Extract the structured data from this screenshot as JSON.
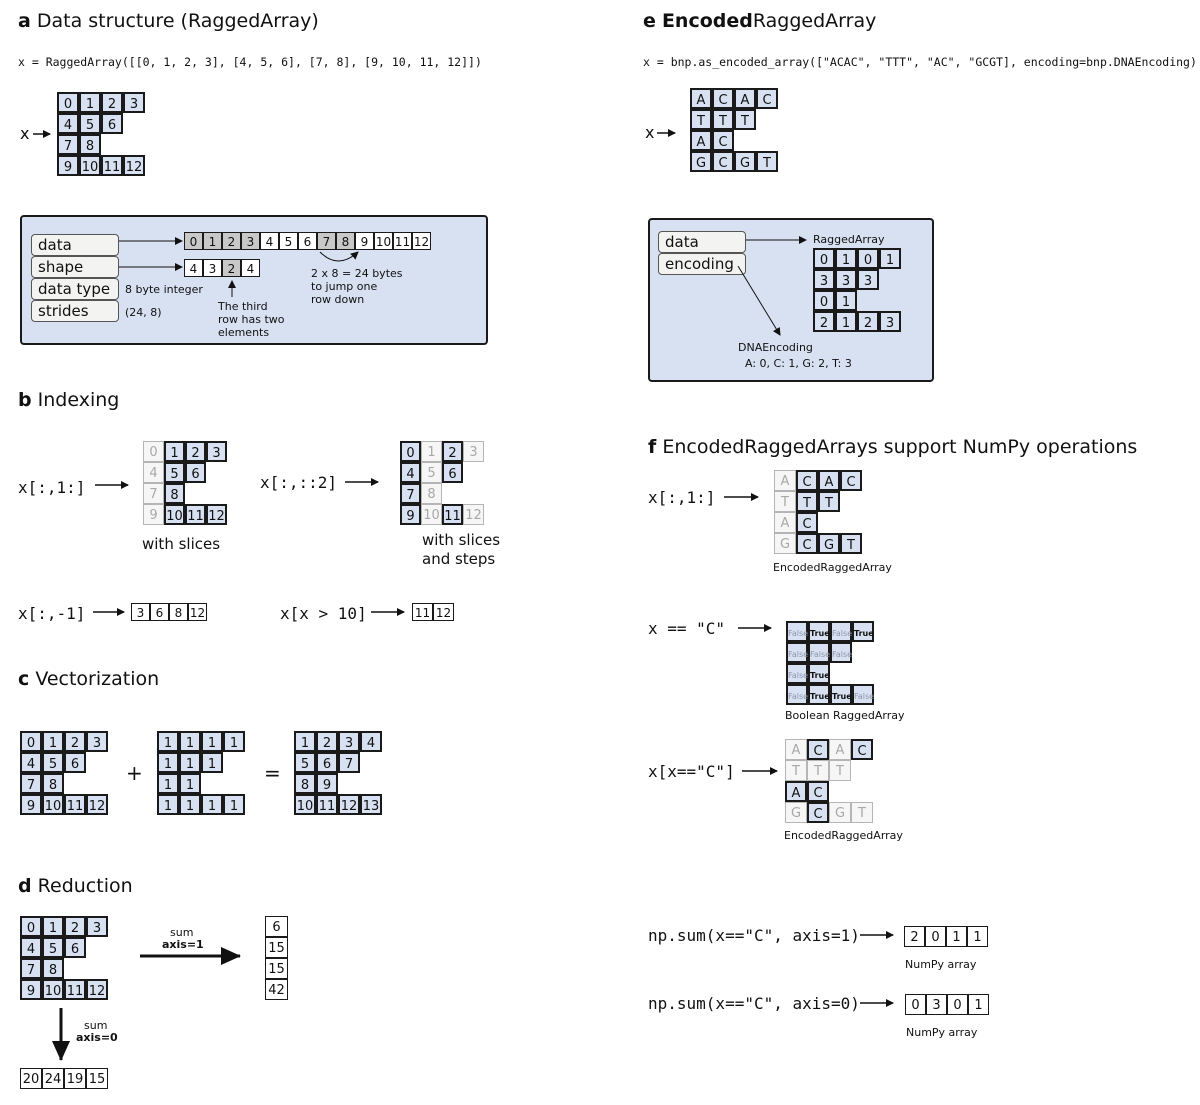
{
  "panels": {
    "a": {
      "letter": "a",
      "title": "Data structure (RaggedArray)",
      "code": "x = RaggedArray([[0, 1, 2, 3], [4, 5, 6], [7, 8], [9, 10, 11, 12]])",
      "x_label": "x",
      "rows": [
        [
          "0",
          "1",
          "2",
          "3"
        ],
        [
          "4",
          "5",
          "6"
        ],
        [
          "7",
          "8"
        ],
        [
          "9",
          "10",
          "11",
          "12"
        ]
      ],
      "fields": [
        "data",
        "shape",
        "data type",
        "strides"
      ],
      "data_flat": [
        "0",
        "1",
        "2",
        "3",
        "4",
        "5",
        "6",
        "7",
        "8",
        "9",
        "10",
        "11",
        "12"
      ],
      "shape_cells": [
        "4",
        "3",
        "2",
        "4"
      ],
      "dtype_note": "8 byte integer",
      "strides_note": "(24, 8)",
      "third_row_note": [
        "The third",
        "row has two",
        "elements"
      ],
      "jump_note": [
        "2 x 8 = 24 bytes",
        "to jump one",
        "row down"
      ]
    },
    "b": {
      "letter": "b",
      "title": "Indexing",
      "expr1": "x[:,1:]",
      "caption1": "with slices",
      "expr2": "x[:,::2]",
      "caption2": [
        "with slices",
        "and steps"
      ],
      "expr3": "x[:,-1]",
      "result3": [
        "3",
        "6",
        "8",
        "12"
      ],
      "expr4": "x[x > 10]",
      "result4": [
        "11",
        "12"
      ]
    },
    "c": {
      "letter": "c",
      "title": "Vectorization",
      "left": [
        [
          "0",
          "1",
          "2",
          "3"
        ],
        [
          "4",
          "5",
          "6"
        ],
        [
          "7",
          "8"
        ],
        [
          "9",
          "10",
          "11",
          "12"
        ]
      ],
      "right": [
        [
          "1",
          "1",
          "1",
          "1"
        ],
        [
          "1",
          "1",
          "1"
        ],
        [
          "1",
          "1"
        ],
        [
          "1",
          "1",
          "1",
          "1"
        ]
      ],
      "result": [
        [
          "1",
          "2",
          "3",
          "4"
        ],
        [
          "5",
          "6",
          "7"
        ],
        [
          "8",
          "9"
        ],
        [
          "10",
          "11",
          "12",
          "13"
        ]
      ],
      "plus": "+",
      "equals": "="
    },
    "d": {
      "letter": "d",
      "title": "Reduction",
      "rows": [
        [
          "0",
          "1",
          "2",
          "3"
        ],
        [
          "4",
          "5",
          "6"
        ],
        [
          "7",
          "8"
        ],
        [
          "9",
          "10",
          "11",
          "12"
        ]
      ],
      "op_label": "sum",
      "axis1_label": "axis=1",
      "axis1_result": [
        "6",
        "15",
        "15",
        "42"
      ],
      "axis0_label": "axis=0",
      "axis0_result": [
        "20",
        "24",
        "19",
        "15"
      ]
    },
    "e": {
      "letter": "e",
      "title_bold": "Encoded",
      "title_rest": "RaggedArray",
      "code": "x = bnp.as_encoded_array([\"ACAC\", \"TTT\", \"AC\", \"GCGT], encoding=bnp.DNAEncoding)",
      "x_label": "x",
      "rows": [
        [
          "A",
          "C",
          "A",
          "C"
        ],
        [
          "T",
          "T",
          "T"
        ],
        [
          "A",
          "C"
        ],
        [
          "G",
          "C",
          "G",
          "T"
        ]
      ],
      "fields": [
        "data",
        "encoding"
      ],
      "ragged_label": "RaggedArray",
      "encoded_rows": [
        [
          "0",
          "1",
          "0",
          "1"
        ],
        [
          "3",
          "3",
          "3"
        ],
        [
          "0",
          "1"
        ],
        [
          "2",
          "1",
          "2",
          "3"
        ]
      ],
      "encoding_name": "DNAEncoding",
      "encoding_map": "A: 0,  C: 1,  G: 2,  T: 3"
    },
    "f": {
      "letter": "f",
      "title": "EncodedRaggedArrays support NumPy operations",
      "expr1": "x[:,1:]",
      "caption1": "EncodedRaggedArray",
      "expr2": "x == \"C\"",
      "bool_rows": [
        [
          "False",
          "True",
          "False",
          "True"
        ],
        [
          "False",
          "False",
          "False"
        ],
        [
          "False",
          "True"
        ],
        [
          "False",
          "True",
          "True",
          "False"
        ]
      ],
      "caption2": "Boolean RaggedArray",
      "expr3": "x[x==\"C\"]",
      "caption3": "EncodedRaggedArray",
      "expr4": "np.sum(x==\"C\", axis=1)",
      "result4": [
        "2",
        "0",
        "1",
        "1"
      ],
      "caption4": "NumPy array",
      "expr5": "np.sum(x==\"C\", axis=0)",
      "result5": [
        "0",
        "3",
        "0",
        "1"
      ],
      "caption5": "NumPy array"
    }
  },
  "colors": {
    "cell_fill": "#d7e1f1",
    "box_fill": "#d7e1f1",
    "grey_cell": "#c8c8c8",
    "faded_text": "#a8a8a8",
    "border": "#1a1a1a"
  }
}
